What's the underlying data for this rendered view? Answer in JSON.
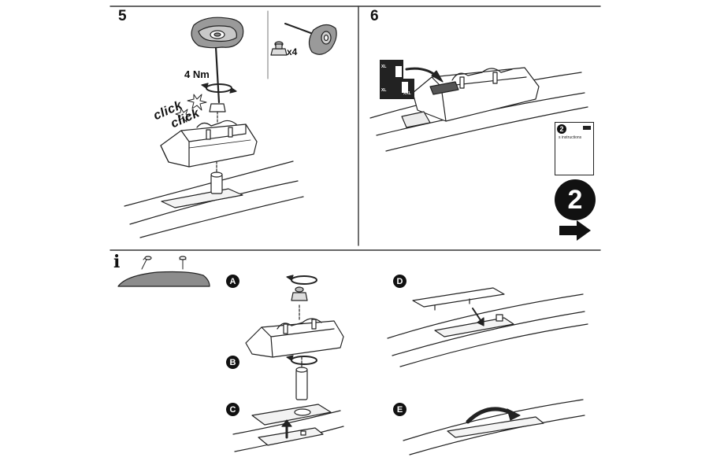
{
  "steps": [
    {
      "number": "5"
    },
    {
      "number": "6"
    }
  ],
  "step5": {
    "torque_label": "4 Nm",
    "click_words": [
      "click",
      "click"
    ],
    "quantity_label": "x4"
  },
  "step6": {
    "crop_tags": [
      "XL",
      "XL",
      "XXL"
    ],
    "booklet": {
      "number": "2",
      "text": "s instructions"
    },
    "next_step": "2"
  },
  "info": {
    "icon_letter": "i"
  },
  "substeps": [
    {
      "letter": "A"
    },
    {
      "letter": "B"
    },
    {
      "letter": "C"
    },
    {
      "letter": "D"
    },
    {
      "letter": "E"
    }
  ]
}
